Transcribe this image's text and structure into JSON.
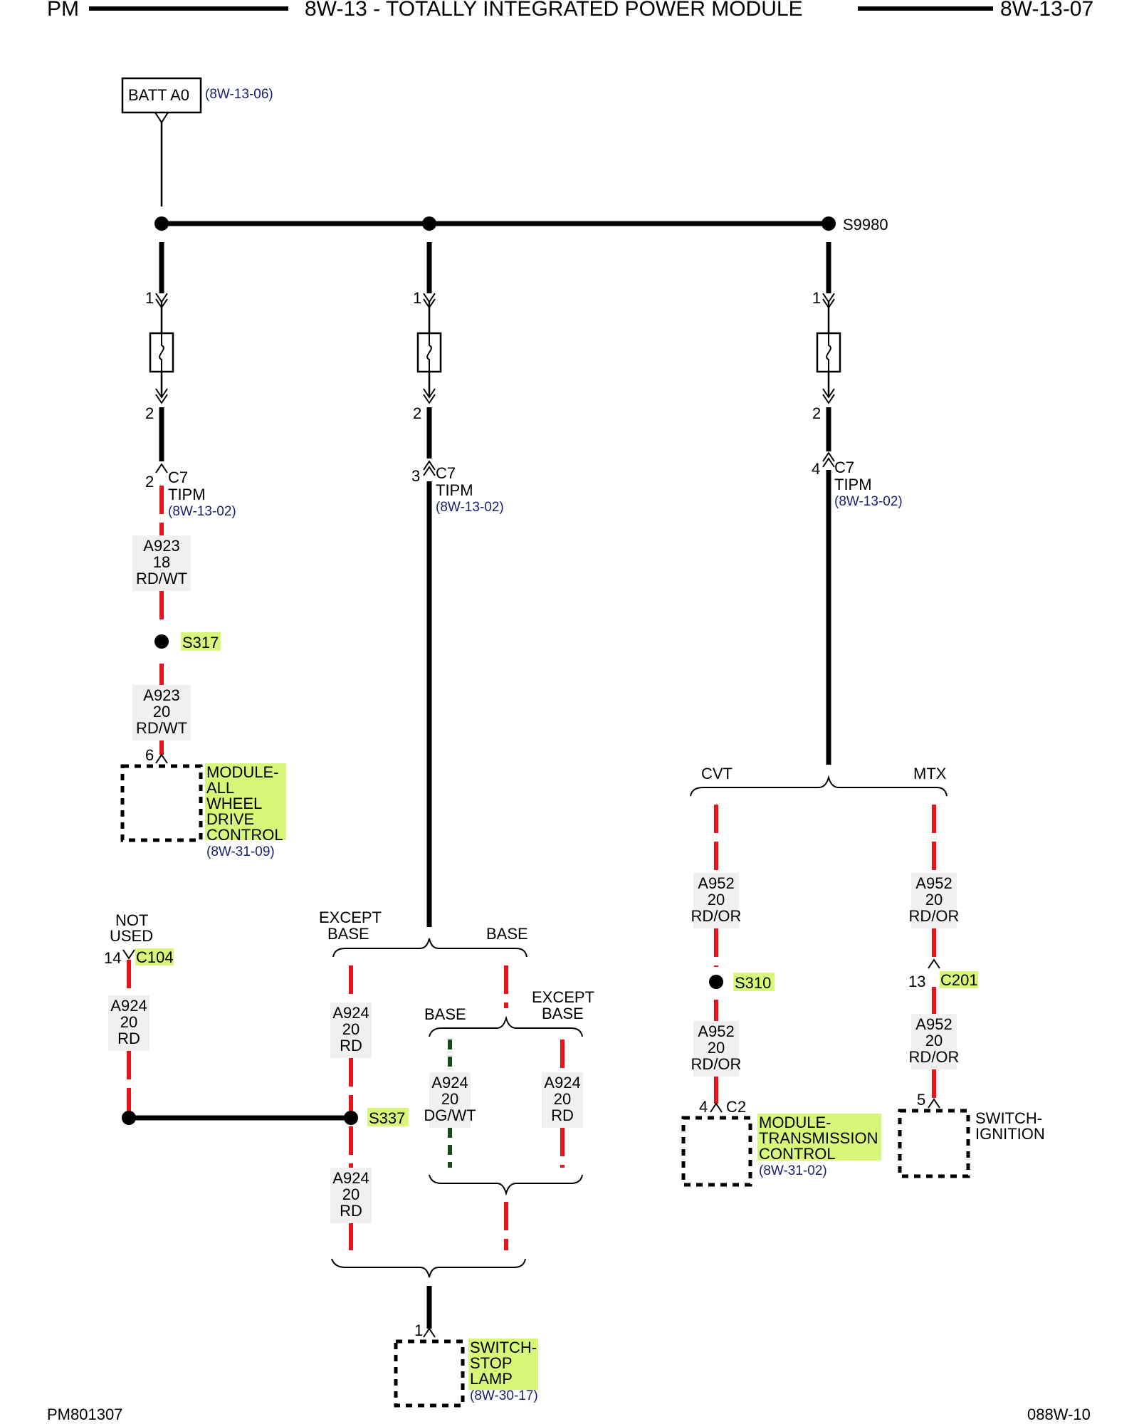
{
  "header": {
    "left": "PM",
    "title": "8W-13 - TOTALLY INTEGRATED POWER MODULE",
    "right": "8W-13-07"
  },
  "footer": {
    "left": "PM801307",
    "right": "088W-10"
  },
  "source": {
    "label": "BATT A0",
    "ref": "(8W-13-06)"
  },
  "splice_main": "S9980",
  "fuses": {
    "pin_in": "1",
    "pin_out": "2"
  },
  "branch1": {
    "connector_pin": "2",
    "connector": "C7",
    "connector_name": "TIPM",
    "connector_ref": "(8W-13-02)",
    "wire1": {
      "circuit": "A923",
      "gauge": "18",
      "color": "RD/WT"
    },
    "splice": "S317",
    "wire2": {
      "circuit": "A923",
      "gauge": "20",
      "color": "RD/WT"
    },
    "module_pin": "6",
    "module_lines": [
      "MODULE-",
      "ALL",
      "WHEEL",
      "DRIVE",
      "CONTROL"
    ],
    "module_ref": "(8W-31-09)"
  },
  "branch2": {
    "connector_pin": "3",
    "connector": "C7",
    "connector_name": "TIPM",
    "connector_ref": "(8W-13-02)",
    "split_left": [
      "EXCEPT",
      "BASE"
    ],
    "split_right": "BASE",
    "wire_a": {
      "circuit": "A924",
      "gauge": "20",
      "color": "RD"
    },
    "splice": "S337",
    "not_used": [
      "NOT",
      "USED"
    ],
    "c104_pin": "14",
    "c104": "C104",
    "wire_nu": {
      "circuit": "A924",
      "gauge": "20",
      "color": "RD"
    },
    "wire_b": {
      "circuit": "A924",
      "gauge": "20",
      "color": "RD"
    },
    "split2_left": "BASE",
    "split2_right": [
      "EXCEPT",
      "BASE"
    ],
    "wire_base": {
      "circuit": "A924",
      "gauge": "20",
      "color": "DG/WT"
    },
    "wire_except": {
      "circuit": "A924",
      "gauge": "20",
      "color": "RD"
    },
    "switch_pin": "1",
    "switch_lines": [
      "SWITCH-",
      "STOP",
      "LAMP"
    ],
    "switch_ref": "(8W-30-17)"
  },
  "branch3": {
    "connector_pin": "4",
    "connector": "C7",
    "connector_name": "TIPM",
    "connector_ref": "(8W-13-02)",
    "split_left": "CVT",
    "split_right": "MTX",
    "cvt_wire1": {
      "circuit": "A952",
      "gauge": "20",
      "color": "RD/OR"
    },
    "cvt_splice": "S310",
    "cvt_wire2": {
      "circuit": "A952",
      "gauge": "20",
      "color": "RD/OR"
    },
    "cvt_pin": "4",
    "cvt_conn": "C2",
    "tcm_lines": [
      "MODULE-",
      "TRANSMISSION",
      "CONTROL"
    ],
    "tcm_ref": "(8W-31-02)",
    "mtx_wire1": {
      "circuit": "A952",
      "gauge": "20",
      "color": "RD/OR"
    },
    "c201_pin": "13",
    "c201": "C201",
    "mtx_wire2": {
      "circuit": "A952",
      "gauge": "20",
      "color": "RD/OR"
    },
    "ign_pin": "5",
    "ign_lines": [
      "SWITCH-",
      "IGNITION"
    ]
  }
}
